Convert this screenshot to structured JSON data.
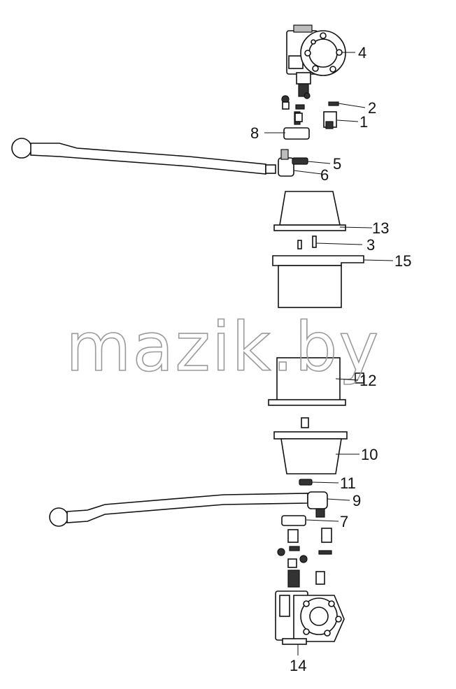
{
  "watermark": "mazik.by",
  "callouts": [
    {
      "id": "callout-1",
      "label": "1"
    },
    {
      "id": "callout-2",
      "label": "2"
    },
    {
      "id": "callout-3",
      "label": "3"
    },
    {
      "id": "callout-4",
      "label": "4"
    },
    {
      "id": "callout-5",
      "label": "5"
    },
    {
      "id": "callout-6",
      "label": "6"
    },
    {
      "id": "callout-7",
      "label": "7"
    },
    {
      "id": "callout-8",
      "label": "8"
    },
    {
      "id": "callout-9",
      "label": "9"
    },
    {
      "id": "callout-10",
      "label": "10"
    },
    {
      "id": "callout-11",
      "label": "11"
    },
    {
      "id": "callout-12",
      "label": "12"
    },
    {
      "id": "callout-13",
      "label": "13"
    },
    {
      "id": "callout-14",
      "label": "14"
    },
    {
      "id": "callout-15",
      "label": "15"
    }
  ]
}
